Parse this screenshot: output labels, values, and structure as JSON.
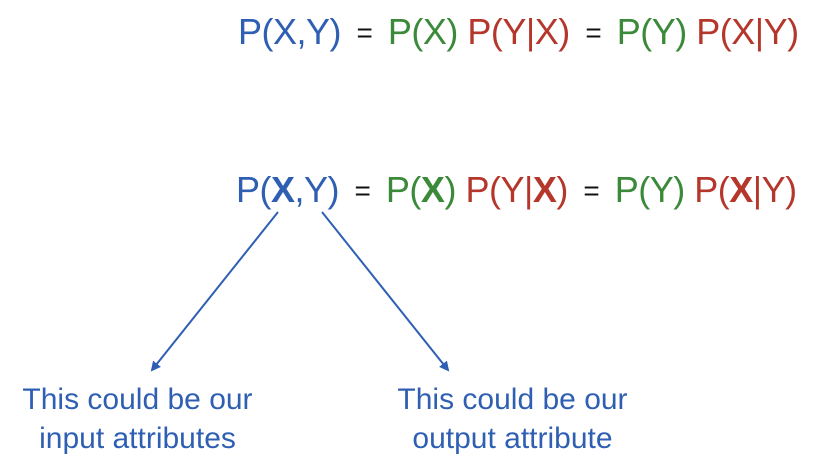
{
  "equation_joint": {
    "lhs": "P(X,Y)",
    "eq1": "=",
    "term1": "P(X)",
    "term2": "P(Y|X)",
    "eq2": "=",
    "term3": "P(Y)",
    "term4": "P(X|Y)"
  },
  "equation_highlighted": {
    "lhs_prefix": "P(",
    "lhs_x": "X",
    "lhs_suffix": ",Y)",
    "eq1": "=",
    "term1_prefix": "P(",
    "term1_x": "X",
    "term1_suffix": ")",
    "term2_prefix": "P(Y|",
    "term2_x": "X",
    "term2_suffix": ")",
    "eq2": "=",
    "term3": "P(Y)",
    "term4_prefix": "P(",
    "term4_x": "X",
    "term4_suffix": "|Y)"
  },
  "captions": {
    "left_line1": "This could be our",
    "left_line2": "input attributes",
    "right_line1": "This could be our",
    "right_line2": "output attribute"
  },
  "colors": {
    "blue": "#2f5fb3",
    "green": "#3b8a3a",
    "red": "#b5372c"
  }
}
